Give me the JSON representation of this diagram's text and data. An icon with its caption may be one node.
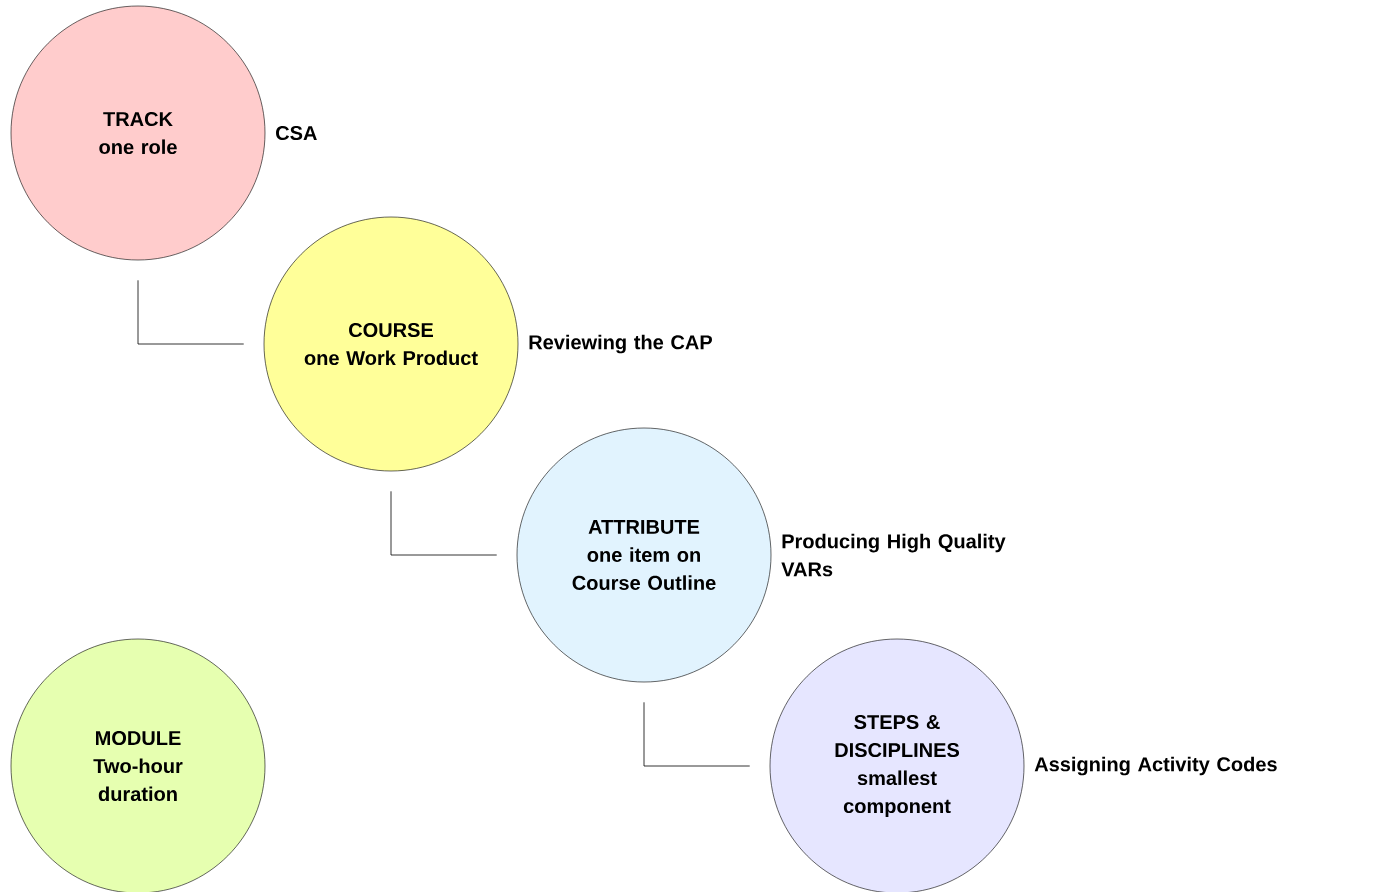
{
  "diagram": {
    "nodes": [
      {
        "text": [
          "TRACK",
          "one role"
        ],
        "beside": [
          "CSA"
        ]
      },
      {
        "text": [
          "COURSE",
          "one Work Product"
        ],
        "beside": [
          "Reviewing the CAP"
        ]
      },
      {
        "text": [
          "ATTRIBUTE",
          "one item on Course Outline"
        ],
        "beside": [
          "Producing High Quality VARs"
        ]
      },
      {
        "text": [
          "MODULE",
          "Two-hour duration"
        ]
      },
      {
        "text": [
          "STEPS & DISCIPLINES",
          "smallest component"
        ],
        "beside": [
          "Assigning Activity Codes"
        ]
      }
    ],
    "edges": [
      {
        "from": 0,
        "to": 1,
        "arrow": "none"
      },
      {
        "from": 1,
        "to": 2,
        "arrow": "none"
      },
      {
        "from": 2,
        "to": 4,
        "arrow": "none"
      }
    ]
  }
}
